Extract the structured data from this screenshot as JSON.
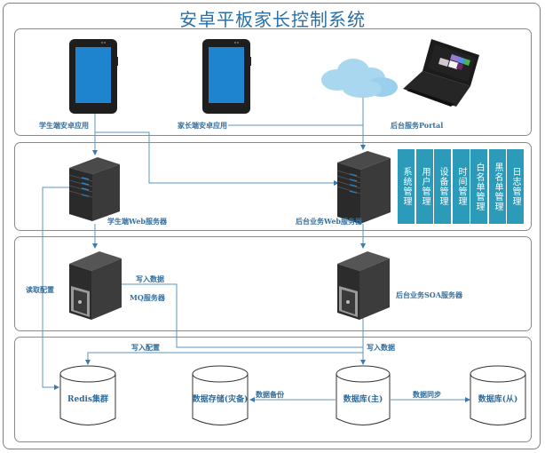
{
  "title": "安卓平板家长控制系统",
  "layers": {
    "client": {
      "student_app": "学生端安卓应用",
      "parent_app": "家长端安卓应用",
      "portal": "后台服务Portal"
    },
    "web": {
      "student_web_server": "学生端Web服务器",
      "backend_web_server": "后台业务Web服务器",
      "modules": [
        "系统管理",
        "用户管理",
        "设备管理",
        "时间管理",
        "白名单管理",
        "黑名单管理",
        "日志管理"
      ]
    },
    "service": {
      "mq_server": "MQ服务器",
      "soa_server": "后台业务SOA服务器"
    },
    "storage": {
      "redis": "Redis集群",
      "backup_storage": "数据存储(灾备)",
      "db_master": "数据库(主)",
      "db_slave": "数据库(从)"
    }
  },
  "edges": {
    "read_config": "读取配置",
    "write_data_mq": "写入数据",
    "write_config": "写入配置",
    "write_data_db": "写入数据",
    "data_backup": "数据备份",
    "data_sync": "数据同步"
  },
  "colors": {
    "accent": "#2a6fa6",
    "line": "#4f8fbf",
    "module_bg": "#2b9bb9",
    "border": "#8a8a8a"
  }
}
